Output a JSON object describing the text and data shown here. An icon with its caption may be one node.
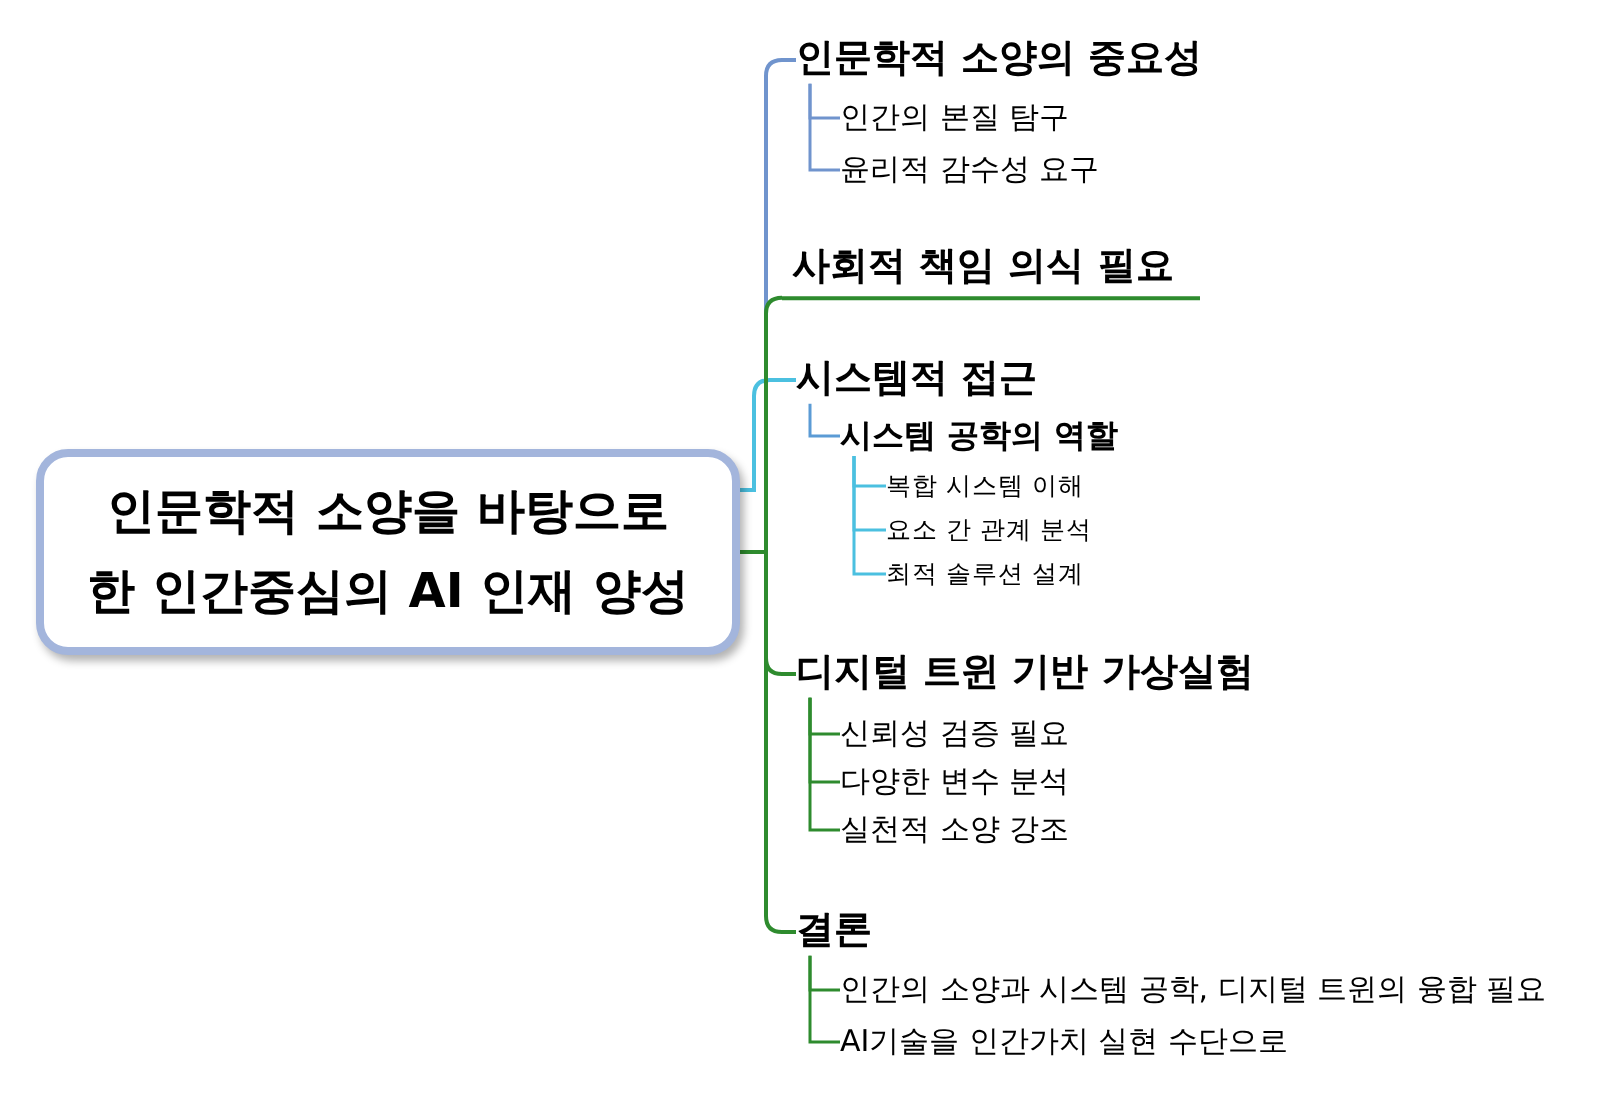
{
  "diagram": {
    "nodes": [
      {
        "text": [
          "인문학적 소양을 바탕으로 한 인간중심의 AI 인재 양성"
        ]
      },
      {
        "text": [
          "인문학적 소양의 중요성"
        ]
      },
      {
        "text": [
          "인간의 본질 탐구"
        ]
      },
      {
        "text": [
          "윤리적 감수성 요구"
        ]
      },
      {
        "text": [
          "사회적 책임 의식 필요"
        ]
      },
      {
        "text": [
          "시스템적 접근"
        ]
      },
      {
        "text": [
          "시스템 공학의 역할"
        ]
      },
      {
        "text": [
          "복합 시스템 이해"
        ]
      },
      {
        "text": [
          "요소 간 관계 분석"
        ]
      },
      {
        "text": [
          "최적 솔루션 설계"
        ]
      },
      {
        "text": [
          "디지털 트윈 기반 가상실험"
        ]
      },
      {
        "text": [
          "신뢰성 검증 필요"
        ]
      },
      {
        "text": [
          "다양한 변수 분석"
        ]
      },
      {
        "text": [
          "실천적 소양 강조"
        ]
      },
      {
        "text": [
          "결론"
        ]
      },
      {
        "text": [
          "인간의 소양과 시스템 공학, 디지털 트윈의 융합 필요"
        ]
      },
      {
        "text": [
          "AI기술을 인간가치 실현 수단으로"
        ]
      }
    ],
    "edges": [
      {
        "from": 0,
        "to": 1,
        "arrow": "none",
        "color": "#7094cd"
      },
      {
        "from": 1,
        "to": 2,
        "arrow": "none",
        "color": "#7094cd"
      },
      {
        "from": 1,
        "to": 3,
        "arrow": "none",
        "color": "#7094cd"
      },
      {
        "from": 0,
        "to": 4,
        "arrow": "none"
      },
      {
        "from": 0,
        "to": 5,
        "arrow": "none",
        "color": "#4bc0e0"
      },
      {
        "from": 5,
        "to": 6,
        "arrow": "none",
        "color": "#5b9bd5"
      },
      {
        "from": 6,
        "to": 7,
        "arrow": "none",
        "color": "#4bc0e0"
      },
      {
        "from": 6,
        "to": 8,
        "arrow": "none",
        "color": "#4bc0e0"
      },
      {
        "from": 6,
        "to": 9,
        "arrow": "none",
        "color": "#4bc0e0"
      },
      {
        "from": 0,
        "to": 10,
        "arrow": "none"
      },
      {
        "from": 10,
        "to": 11,
        "arrow": "none"
      },
      {
        "from": 10,
        "to": 12,
        "arrow": "none"
      },
      {
        "from": 10,
        "to": 13,
        "arrow": "none"
      },
      {
        "from": 0,
        "to": 14,
        "arrow": "none"
      },
      {
        "from": 14,
        "to": 15,
        "arrow": "none"
      },
      {
        "from": 14,
        "to": 16,
        "arrow": "none"
      }
    ]
  }
}
